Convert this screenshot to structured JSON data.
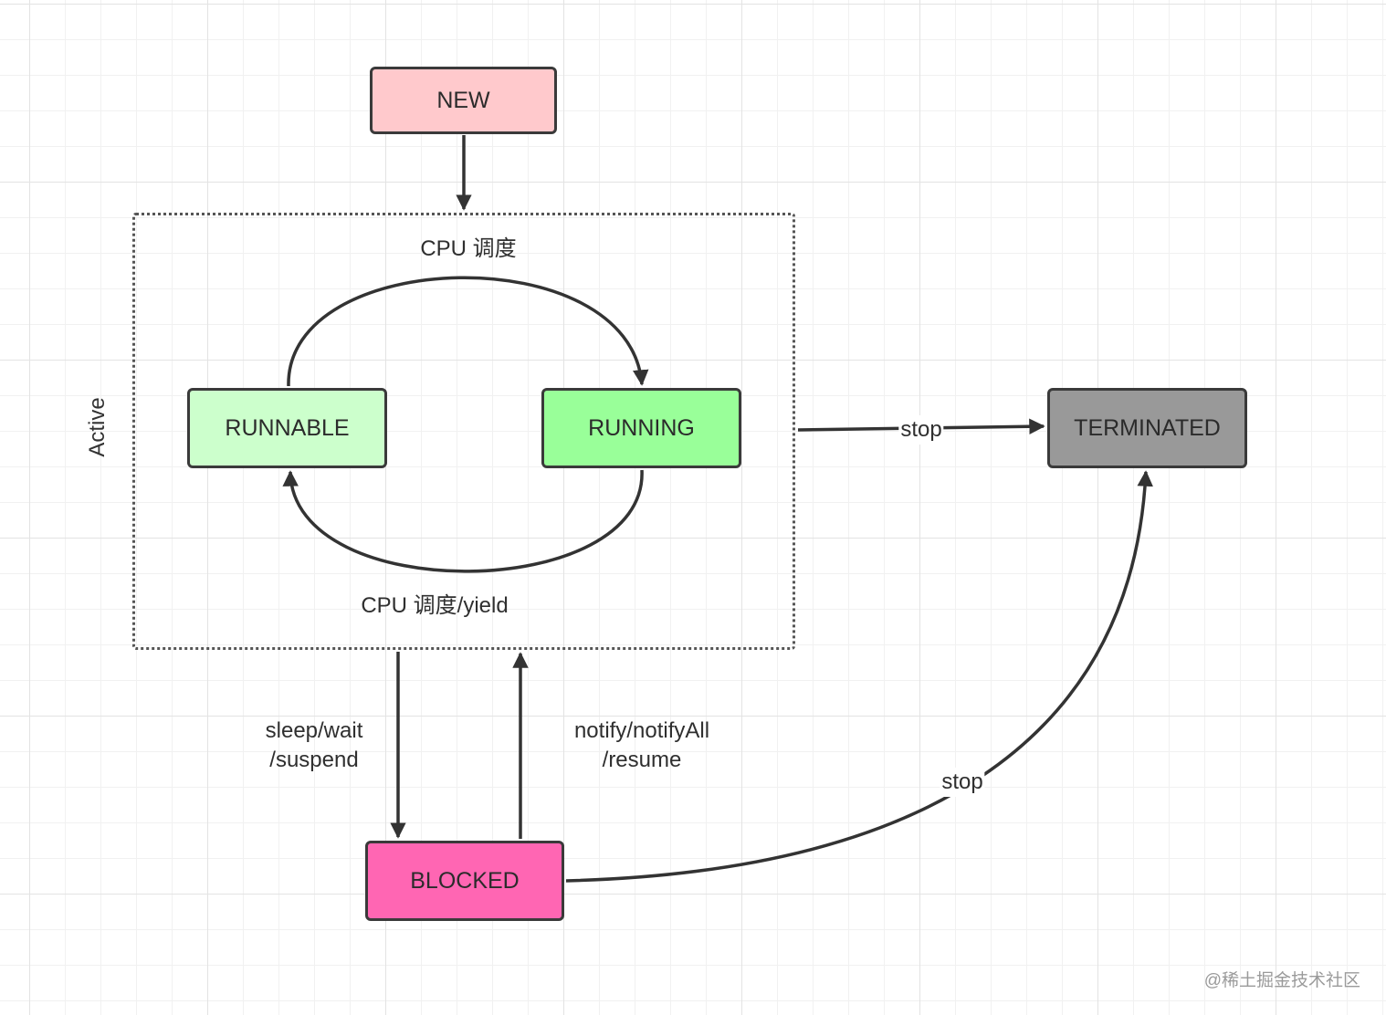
{
  "nodes": {
    "new": {
      "label": "NEW",
      "color": "#ffc9cc"
    },
    "runnable": {
      "label": "RUNNABLE",
      "color": "#ccffcc"
    },
    "running": {
      "label": "RUNNING",
      "color": "#99ff99"
    },
    "terminated": {
      "label": "TERMINATED",
      "color": "#999999"
    },
    "blocked": {
      "label": "BLOCKED",
      "color": "#ff66b3"
    }
  },
  "group": {
    "label": "Active"
  },
  "edges": {
    "runnable_to_running": {
      "label": "CPU 调度"
    },
    "running_to_runnable": {
      "label": "CPU 调度/yield"
    },
    "active_to_blocked": {
      "label_line1": "sleep/wait",
      "label_line2": "/suspend"
    },
    "blocked_to_active": {
      "label_line1": "notify/notifyAll",
      "label_line2": "/resume"
    },
    "active_to_terminated": {
      "label": "stop"
    },
    "blocked_to_terminated": {
      "label": "stop"
    }
  },
  "watermark": "@稀土掘金技术社区"
}
